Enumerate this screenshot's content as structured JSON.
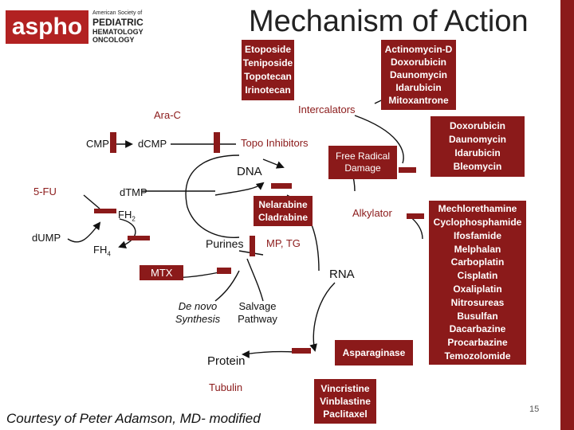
{
  "title": "Mechanism of Action",
  "logo": {
    "mark": "aspho",
    "line1": "American Society of",
    "line2": "PEDIATRIC",
    "line3": "HEMATOLOGY",
    "line4": "ONCOLOGY"
  },
  "drug_groups": {
    "topo": [
      "Etoposide",
      "Teniposide",
      "Topotecan",
      "Irinotecan"
    ],
    "intercalator_drugs": [
      "Actinomycin-D",
      "Doxorubicin",
      "Daunomycin",
      "Idarubicin",
      "Mitoxantrone"
    ],
    "radical_drugs": [
      "Doxorubicin",
      "Daunomycin",
      "Idarubicin",
      "Bleomycin"
    ],
    "purine_analogs": [
      "Nelarabine",
      "Cladrabine"
    ],
    "alkylators": [
      "Mechlorethamine",
      "Cyclophosphamide",
      "Ifosfamide",
      "Melphalan",
      "Carboplatin",
      "Cisplatin",
      "Oxaliplatin",
      "Nitrosureas",
      "Busulfan",
      "Dacarbazine",
      "Procarbazine",
      "Temozolomide"
    ],
    "vinca": [
      "Vincristine",
      "Vinblastine",
      "Paclitaxel"
    ]
  },
  "labels": {
    "ara_c": "Ara-C",
    "cmp": "CMP",
    "dcmp": "dCMP",
    "topo_inhibitors": "Topo Inhibitors",
    "intercalators": "Intercalators",
    "free_radical": "Free Radical\nDamage",
    "dna": "DNA",
    "five_fu": "5-FU",
    "dtmp": "dTMP",
    "fh2": "FH",
    "fh2_sub": "2",
    "dump": "dUMP",
    "fh4": "FH",
    "fh4_sub": "4",
    "purines": "Purines",
    "mp_tg": "MP, TG",
    "alkylator": "Alkylator",
    "mtx": "MTX",
    "rna": "RNA",
    "de_novo": "De novo\nSynthesis",
    "salvage": "Salvage\nPathway",
    "protein": "Protein",
    "asparaginase": "Asparaginase",
    "tubulin": "Tubulin"
  },
  "footer": {
    "credit": "Courtesy of Peter Adamson, MD- modified",
    "page_number": "15"
  },
  "colors": {
    "accent": "#8b1a1a",
    "logo": "#b22222",
    "label_red": "#8b1a1a",
    "text": "#111111"
  }
}
